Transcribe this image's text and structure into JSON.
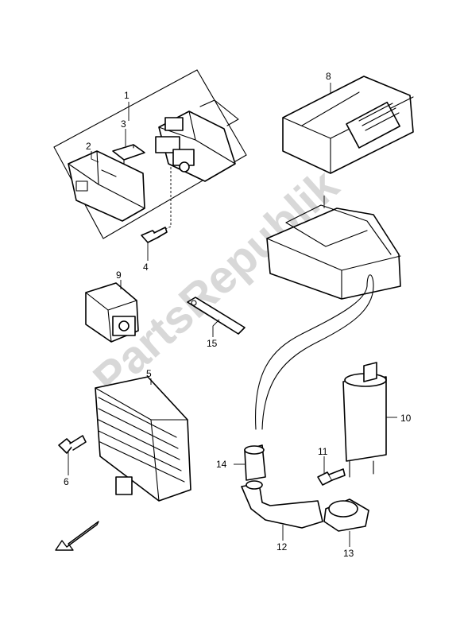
{
  "watermark": "PartsRepublik",
  "callouts": {
    "c1": "1",
    "c2": "2",
    "c3": "3",
    "c4": "4",
    "c5": "5",
    "c6": "6",
    "c7": "",
    "c8": "8",
    "c9": "9",
    "c10": "10",
    "c11": "11",
    "c12": "12",
    "c13": "13",
    "c14": "14",
    "c15": "15"
  },
  "icons": {
    "direction_arrow": "front-direction-arrow-icon",
    "watermark_gear": "gear-icon"
  }
}
